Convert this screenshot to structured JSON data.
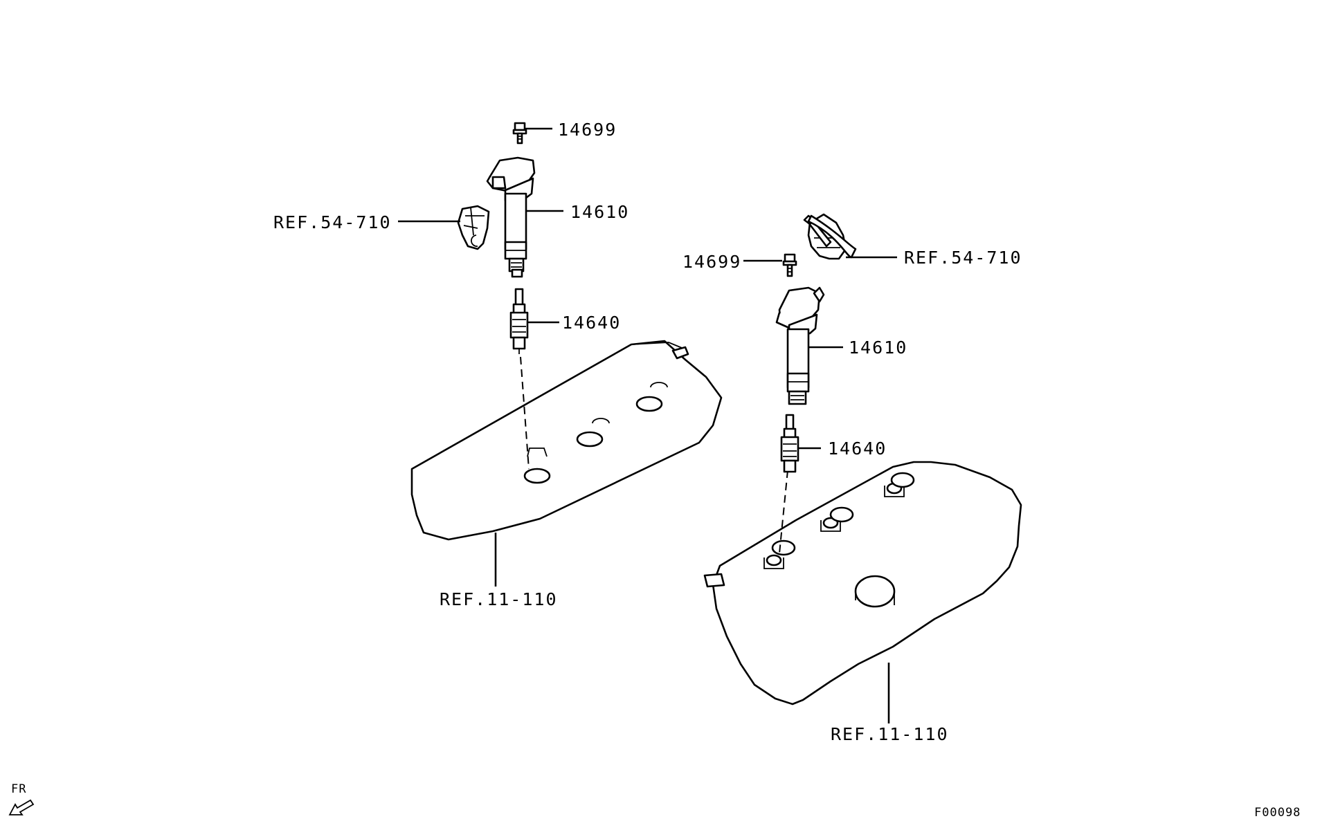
{
  "diagram": {
    "left_assembly": {
      "bolt_label": "14699",
      "coil_label": "14610",
      "connector_ref": "REF.54-710",
      "plug_label": "14640",
      "cover_ref": "REF.11-110"
    },
    "right_assembly": {
      "bolt_label": "14699",
      "coil_label": "14610",
      "connector_ref": "REF.54-710",
      "plug_label": "14640",
      "cover_ref": "REF.11-110"
    },
    "direction_label": "FR",
    "figure_code": "F00098"
  }
}
